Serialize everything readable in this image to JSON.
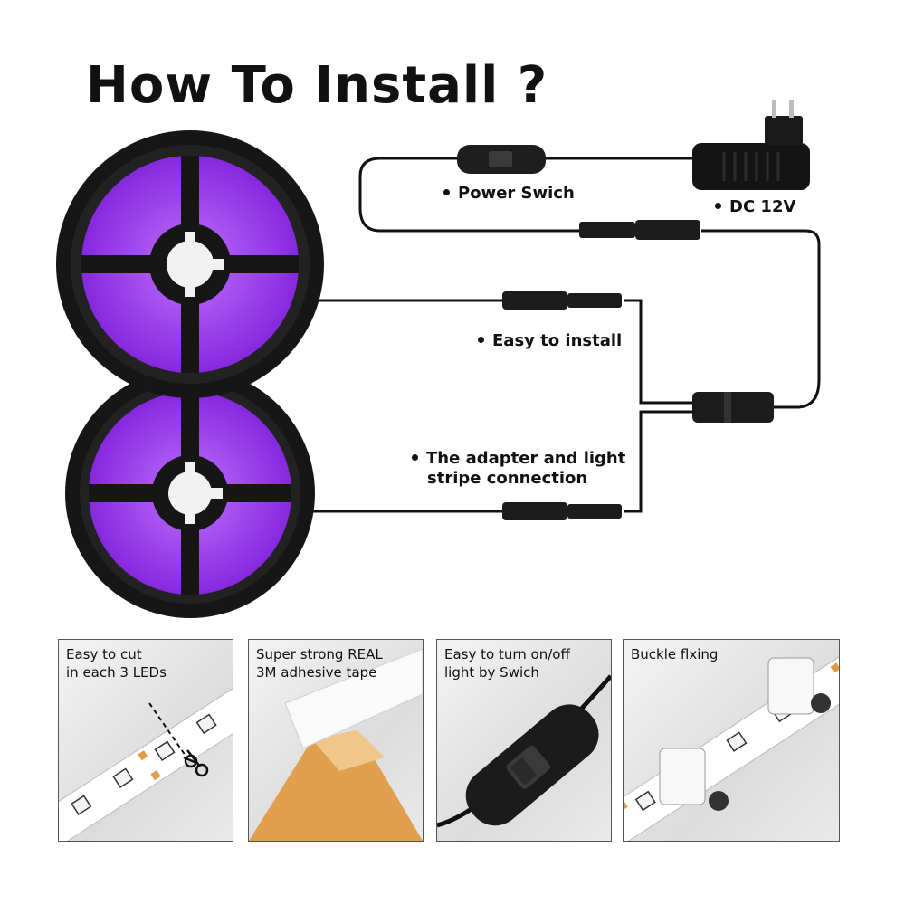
{
  "title": "How To Install ?",
  "labels": {
    "power_switch": "Power Swich",
    "dc": "DC 12V",
    "easy_install": "Easy to install",
    "adapter_line1": "The adapter and light",
    "adapter_line2": "stripe connection"
  },
  "panels": [
    {
      "text": "Easy to cut\nin each 3 LEDs"
    },
    {
      "text": "Super strong REAL\n3M adhesive tape"
    },
    {
      "text": "Easy to turn on/off\nlight by Swich"
    },
    {
      "text": "Buckle flxing"
    }
  ],
  "colors": {
    "led": "#8a2be2",
    "reel": "#1a1a1a",
    "cable": "#111111",
    "tape": "#e0a050"
  }
}
